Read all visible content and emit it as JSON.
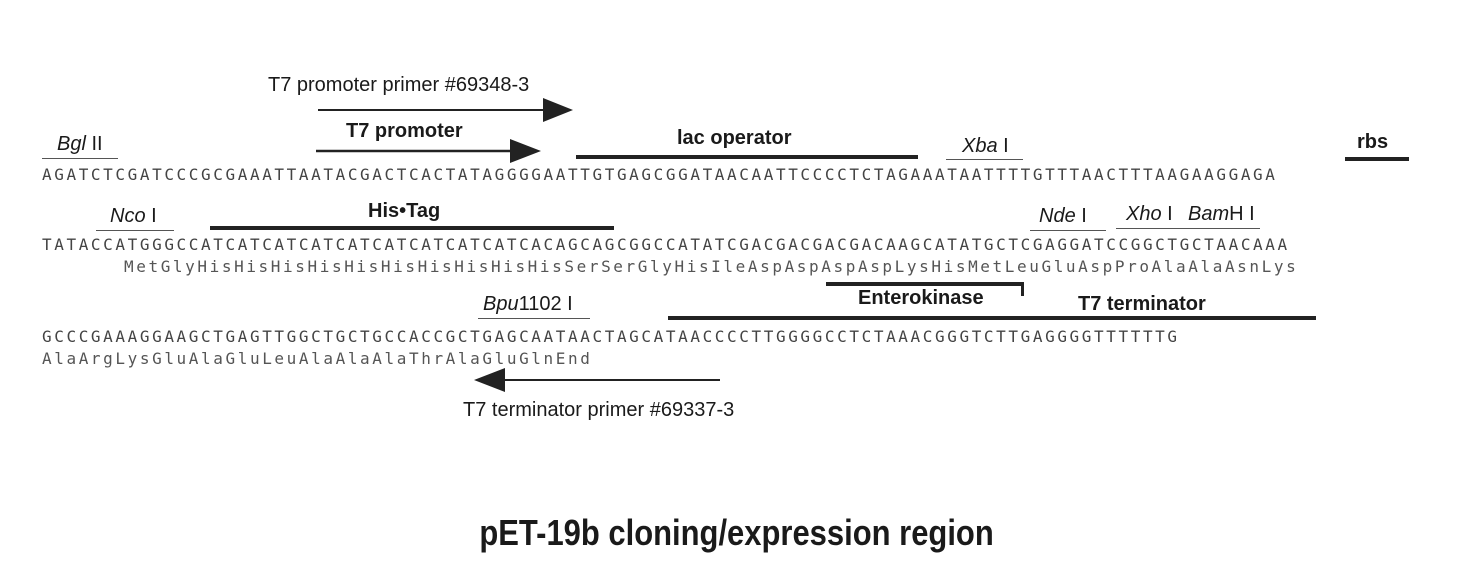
{
  "title": "pET-19b cloning/expression region",
  "primers": {
    "forward": "T7 promoter primer #69348-3",
    "reverse": "T7 terminator primer #69337-3"
  },
  "features": {
    "t7_promoter": "T7 promoter",
    "lac_operator": "lac operator",
    "rbs": "rbs",
    "his_tag": "His•Tag",
    "enterokinase": "Enterokinase",
    "t7_terminator": "T7 terminator"
  },
  "sites": {
    "bgl_name": "Bgl",
    "bgl_num": "II",
    "xba_name": "Xba",
    "xba_num": "I",
    "nco_name": "Nco",
    "nco_num": "I",
    "nde_name": "Nde",
    "nde_num": "I",
    "xho_name": "Xho",
    "xho_num": "I",
    "bam_name": "Bam",
    "bam_num": "H I",
    "bpu_name": "Bpu",
    "bpu_num": "1102 I"
  },
  "sequence": {
    "line1": "AGATCTCGATCCCGCGAAATTAATACGACTCACTATAGGGGAATTGTGAGCGGATAACAATTCCCCTCTAGAAATAATTTTGTTTAACTTTAAGAAGGAGA",
    "line2": "TATACCATGGGCCATCATCATCATCATCATCATCATCATCACAGCAGCGGCCATATCGACGACGACGACAAGCATATGCTCGAGGATCCGGCTGCTAACAAA",
    "aa2": "MetGlyHisHisHisHisHisHisHisHisHisHisSerSerGlyHisIleAspAspAspAspLysHisMetLeuGluAspProAlaAlaAsnLys",
    "line3": "GCCCGAAAGGAAGCTGAGTTGGCTGCTGCCACCGCTGAGCAATAACTAGCATAACCCCTTGGGGCCTCTAAACGGGTCTTGAGGGGTTTTTTG",
    "aa3": "AlaArgLysGluAlaGluLeuAlaAlaAlaThrAlaGluGlnEnd"
  }
}
